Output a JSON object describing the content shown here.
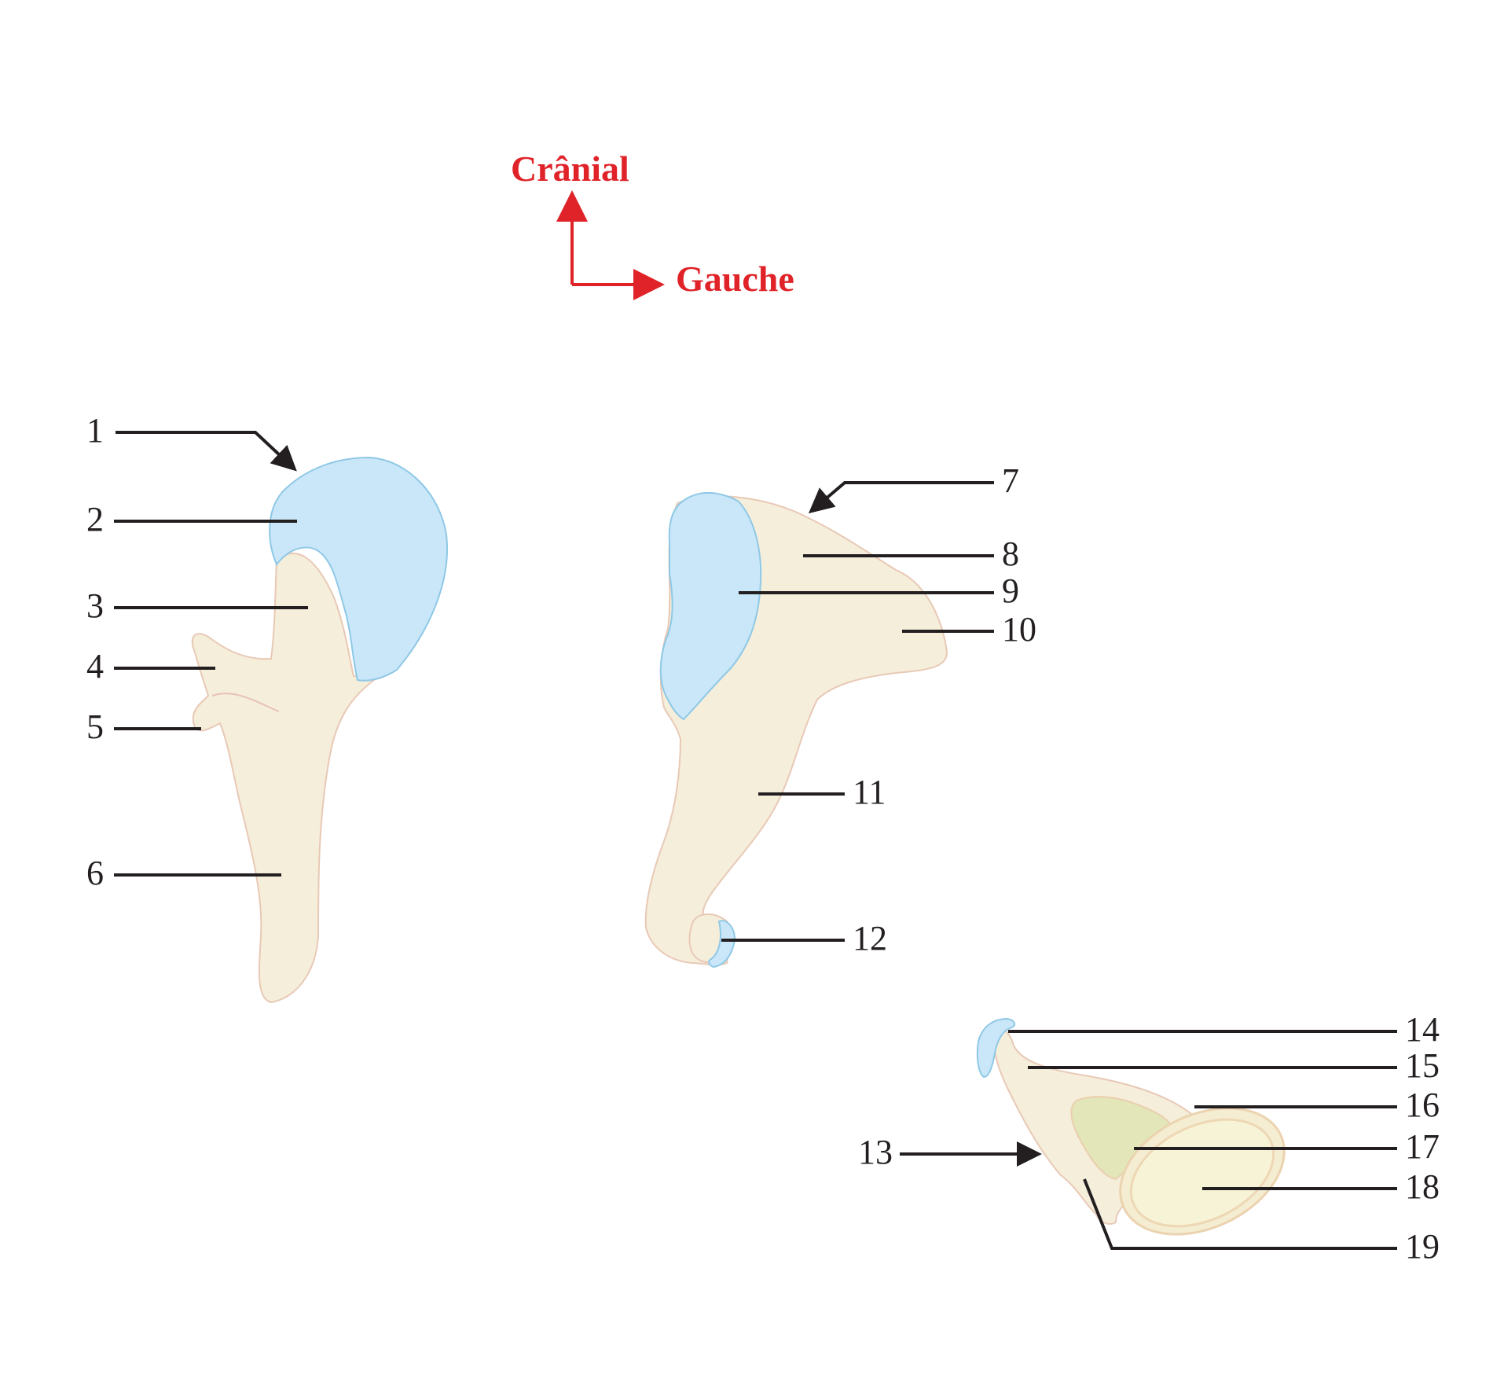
{
  "orientation": {
    "up_label": "Crânial",
    "right_label": "Gauche",
    "color": "#e02329"
  },
  "colors": {
    "bone": "#f5eedb",
    "cartilage": "#c9e7f8",
    "facet": "#e2e6b8",
    "leader": "#231f20"
  },
  "labels": {
    "l1": "1",
    "l2": "2",
    "l3": "3",
    "l4": "4",
    "l5": "5",
    "l6": "6",
    "l7": "7",
    "l8": "8",
    "l9": "9",
    "l10": "10",
    "l11": "11",
    "l12": "12",
    "l13": "13",
    "l14": "14",
    "l15": "15",
    "l16": "16",
    "l17": "17",
    "l18": "18",
    "l19": "19"
  }
}
